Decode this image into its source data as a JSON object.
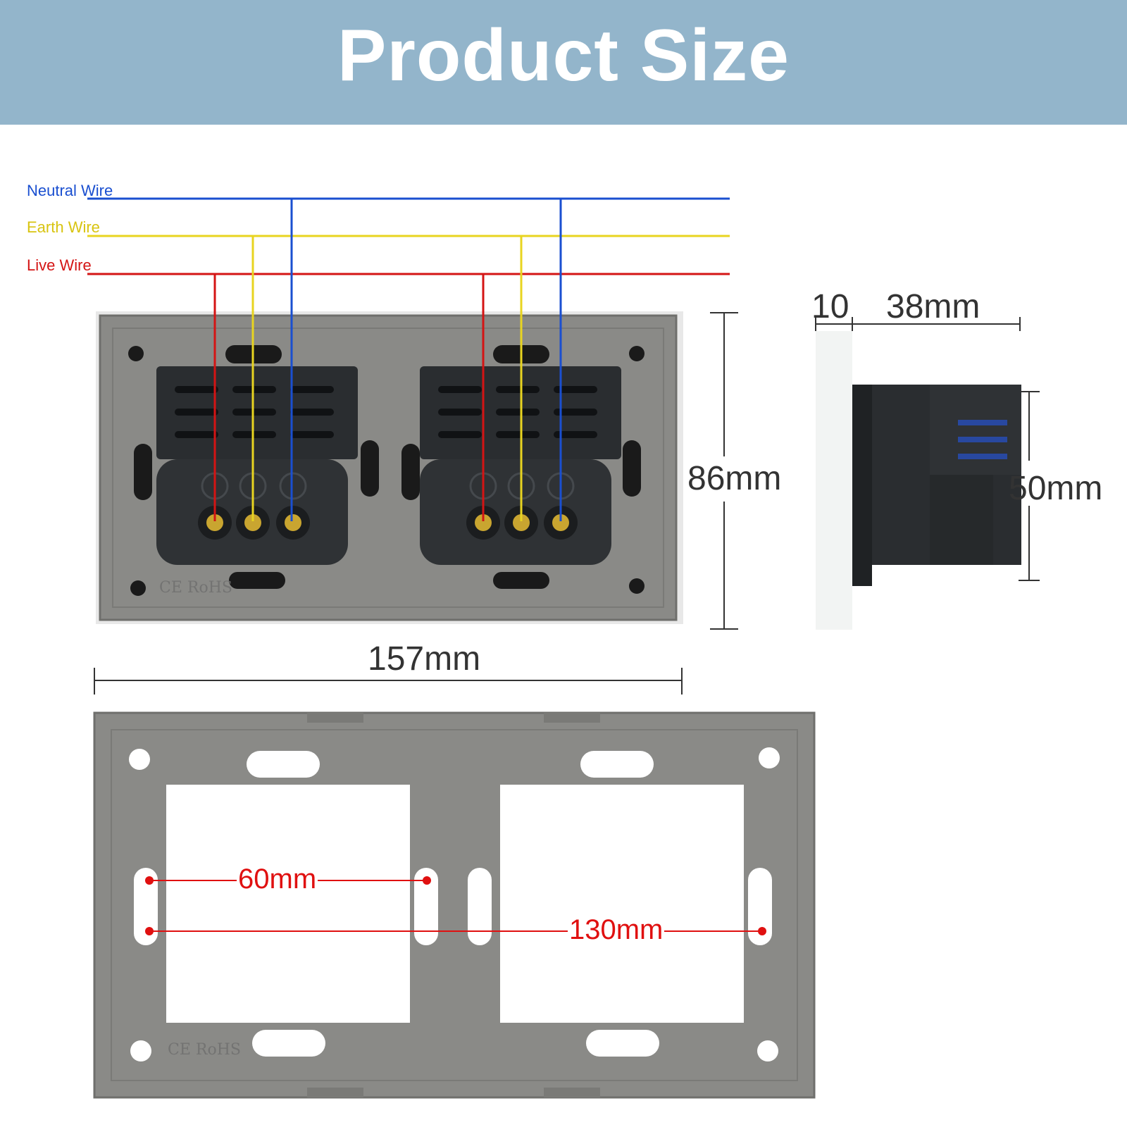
{
  "header": {
    "title": "Product Size"
  },
  "wires": {
    "neutral": {
      "label": "Neutral Wire",
      "color": "#1a4fd0"
    },
    "earth": {
      "label": "Earth Wire",
      "color": "#e8d420"
    },
    "live": {
      "label": "Live Wire",
      "color": "#d41414"
    }
  },
  "dimensions": {
    "width": "157mm",
    "height": "86mm",
    "depth_front": "10",
    "depth_body": "38mm",
    "body_height": "50mm",
    "module_spacing": "60mm",
    "mount_spacing": "130mm"
  },
  "colors": {
    "banner": "#93b5cb",
    "plate": "#8a8a87",
    "module": "#2a2d30",
    "dimension_red": "#e01010"
  },
  "markings": {
    "certification": "CE RoHS"
  }
}
